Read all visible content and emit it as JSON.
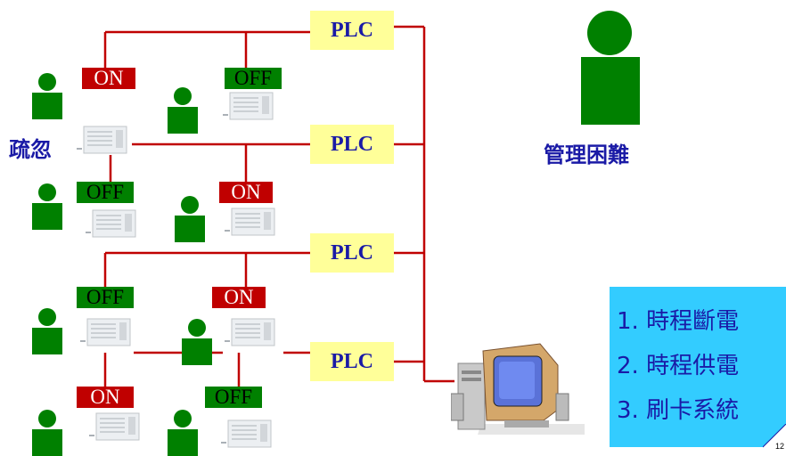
{
  "plc": {
    "label": "PLC"
  },
  "states": {
    "on": "ON",
    "off": "OFF"
  },
  "labels": {
    "negligence": "疏忽",
    "management": "管理困難"
  },
  "infobox": {
    "items": [
      "1. 時程斷電",
      "2. 時程供電",
      "3. 刷卡系統"
    ]
  },
  "page_number": "12",
  "colors": {
    "wire": "#c00000",
    "on": "#c00000",
    "off": "#008000",
    "person": "#008000",
    "plc_bg": "#ffff99",
    "info_bg": "#33ccff",
    "text_blue": "#1a1aa6"
  }
}
